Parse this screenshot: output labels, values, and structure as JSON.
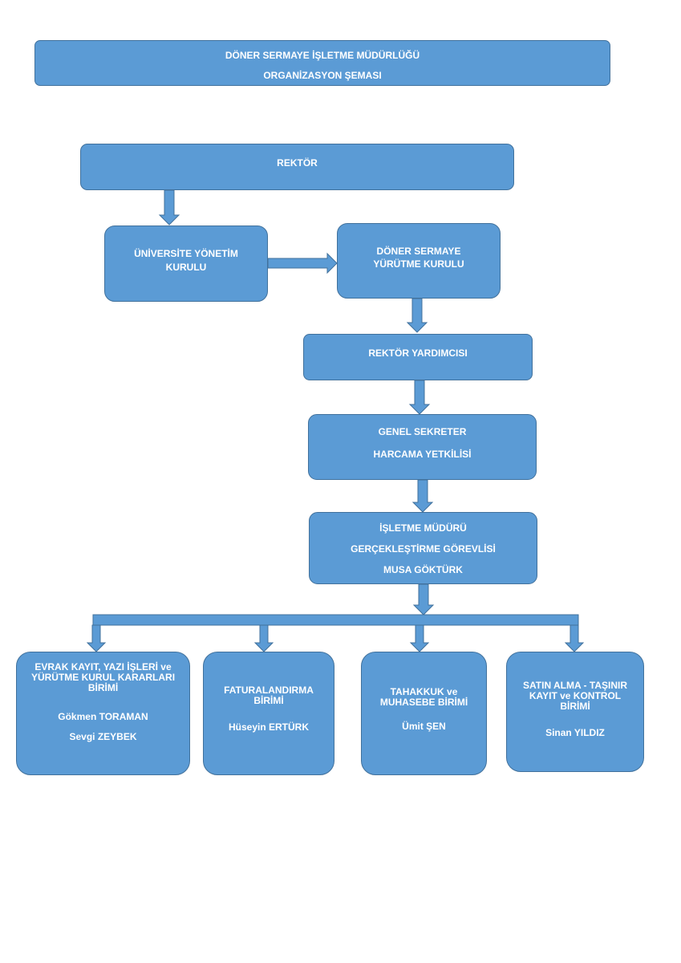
{
  "header": {
    "line1": "DÖNER SERMAYE İŞLETME MÜDÜRLÜĞÜ",
    "line2": "ORGANİZASYON ŞEMASI"
  },
  "rektor": {
    "label": "REKTÖR"
  },
  "yonetim_kurulu": {
    "line1": "ÜNİVERSİTE YÖNETİM",
    "line2": "KURULU"
  },
  "yurutme_kurulu": {
    "line1": "DÖNER SERMAYE",
    "line2": "YÜRÜTME KURULU"
  },
  "rektor_yardimcisi": {
    "label": "REKTÖR YARDIMCISI"
  },
  "genel_sekreter": {
    "line1": "GENEL SEKRETER",
    "line2": "HARCAMA YETKİLİSİ"
  },
  "isletme_muduru": {
    "line1": "İŞLETME MÜDÜRÜ",
    "line2": "GERÇEKLEŞTİRME GÖREVLİSİ",
    "line3": "MUSA GÖKTÜRK"
  },
  "units": [
    {
      "title": "EVRAK KAYIT, YAZI İŞLERİ ve YÜRÜTME KURUL KARARLARI BİRİMİ",
      "person1": "Gökmen TORAMAN",
      "person2": "Sevgi ZEYBEK"
    },
    {
      "title": "FATURALANDIRMA BİRİMİ",
      "person1": "Hüseyin ERTÜRK"
    },
    {
      "title": "TAHAKKUK ve MUHASEBE BİRİMİ",
      "person1": "Ümit ŞEN"
    },
    {
      "title": "SATIN ALMA - TAŞINIR KAYIT ve KONTROL BİRİMİ",
      "person1": "Sinan YILDIZ"
    }
  ],
  "colors": {
    "box_fill": "#5b9bd5",
    "box_border": "#41719c",
    "text": "#ffffff"
  }
}
